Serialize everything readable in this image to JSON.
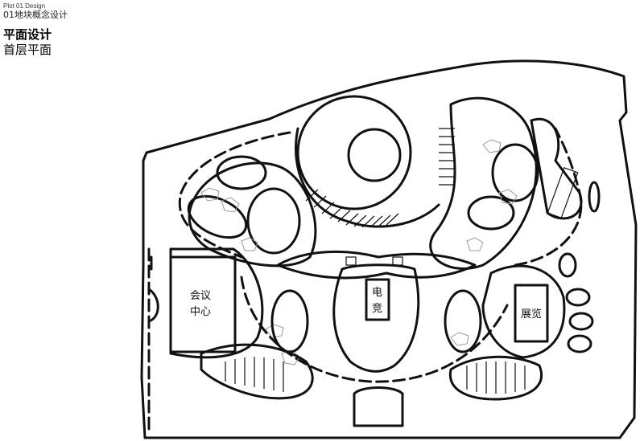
{
  "header": {
    "subtitle_en": "Plot 01 Design",
    "subtitle_cn": "01地块概念设计",
    "title": "平面设计",
    "subtitle": "首层平面"
  },
  "plan_labels": {
    "conference": [
      "会议",
      "中心"
    ],
    "esports": [
      "电",
      "竞"
    ],
    "exhibition": "展览"
  }
}
